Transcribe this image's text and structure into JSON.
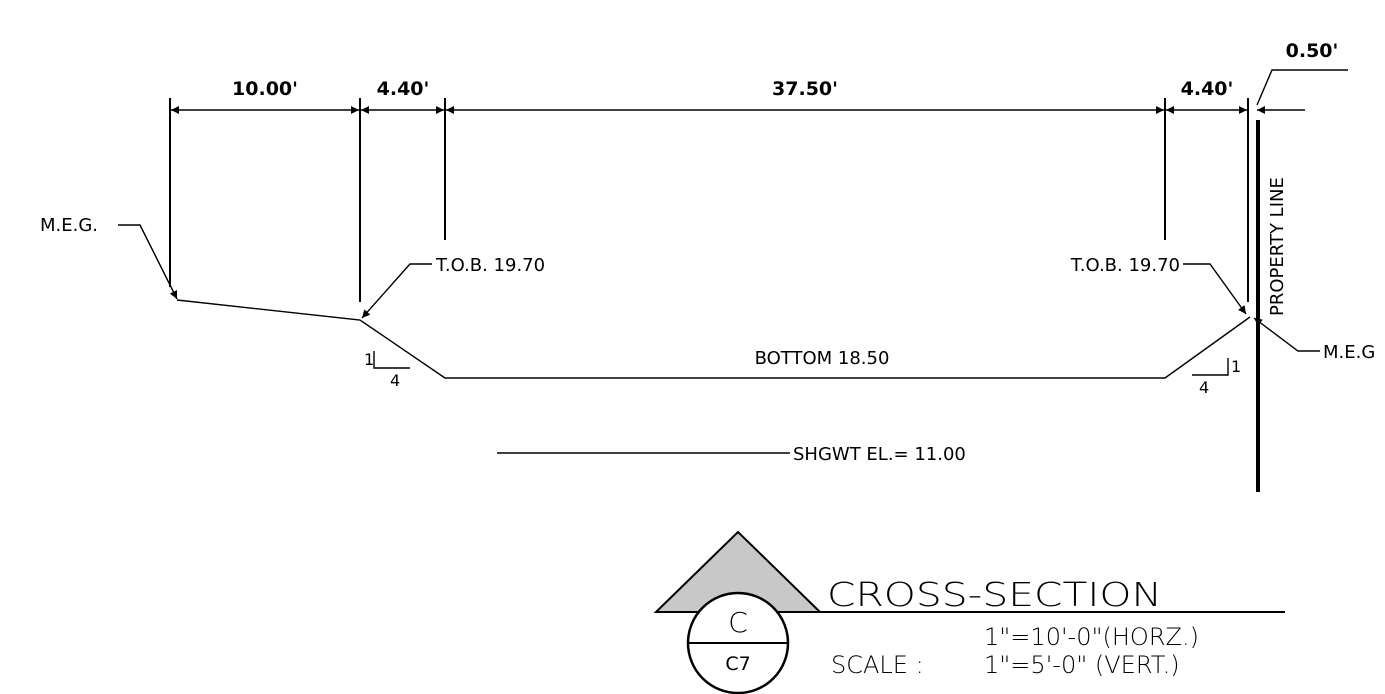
{
  "dimensions": {
    "d1": "10.00'",
    "d2": "4.40'",
    "d3": "37.50'",
    "d4": "4.40'",
    "d5": "0.50'"
  },
  "labels": {
    "meg_left": "M.E.G.",
    "tob_left": "T.O.B. 19.70",
    "tob_right": "T.O.B. 19.70",
    "meg_right": "M.E.G",
    "property_line": "PROPERTY LINE",
    "bottom": "BOTTOM 18.50",
    "shgwt": "SHGWT EL.= 11.00"
  },
  "slopes": {
    "left_rise": "1",
    "left_run": "4",
    "right_rise": "1",
    "right_run": "4"
  },
  "title_block": {
    "section_letter": "C",
    "sheet": "C7",
    "title": "CROSS-SECTION",
    "scale_label": "SCALE :",
    "horz": "1\"=10'-0\"(HORZ.)",
    "vert": "1\"=5'-0\" (VERT.)"
  }
}
